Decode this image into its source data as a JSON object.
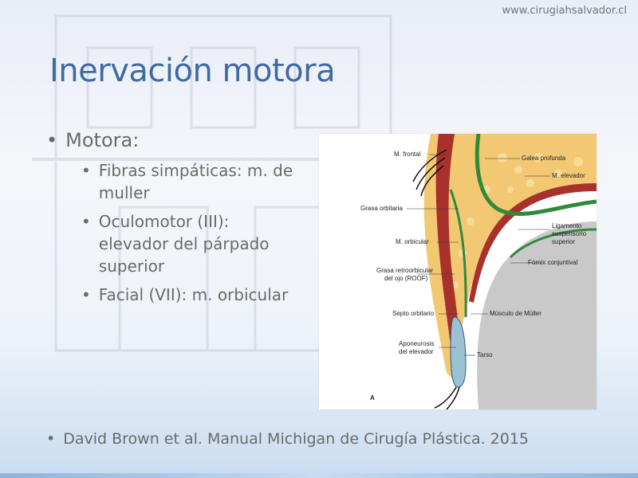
{
  "header": {
    "url": "www.cirugiahsalvador.cl"
  },
  "slide": {
    "title": "Inervación motora",
    "bullet_main": "Motora:",
    "sub_bullets": [
      {
        "line1": "Fibras simpáticas: m. de",
        "line2": "muller"
      },
      {
        "line1": "Oculomotor (III):",
        "line2": "elevador del párpado",
        "line3": "superior"
      },
      {
        "line1": "Facial (VII): m. orbicular"
      }
    ],
    "citation": "David Brown et al. Manual Michigan de Cirugía Plástica. 2015"
  },
  "figure": {
    "panel_letter": "A",
    "labels": {
      "m_frontal": "M. frontal",
      "galea": "Galea profunda",
      "m_elevador": "M. elevador",
      "grasa_orbitaria": "Grasa orbitaria",
      "ligamento_1": "Ligamento",
      "ligamento_2": "suspensorio",
      "ligamento_3": "superior",
      "m_orbicular": "M. orbicular",
      "fornix": "Fórnix conjuntival",
      "grasa_roof_1": "Grasa retroorbicular",
      "grasa_roof_2": "del ojo (ROOF)",
      "septo": "Septo orbitario",
      "muller": "Músculo de Müller",
      "aponeurosis_1": "Aponeurosis",
      "aponeurosis_2": "del elevador",
      "tarso": "Tarso"
    },
    "colors": {
      "fat": "#f3c873",
      "muscle": "#a8322b",
      "fascia": "#2f8a3c",
      "eye": "#c9c9c9",
      "skin": "#e8b074"
    }
  }
}
